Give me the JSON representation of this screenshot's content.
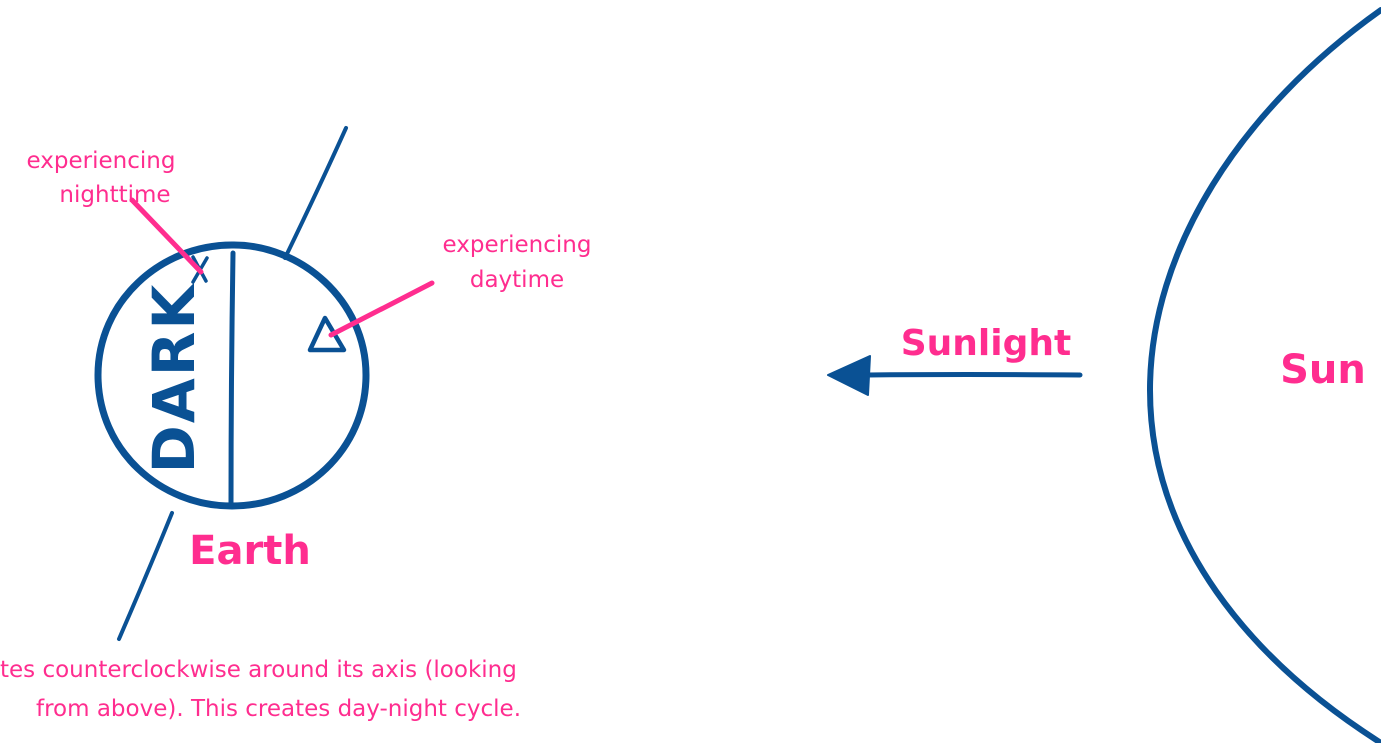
{
  "labels": {
    "nighttime_line1": "experiencing",
    "nighttime_line2": "nighttime",
    "daytime_line1": "experiencing",
    "daytime_line2": "daytime",
    "dark": "DARK",
    "earth": "Earth",
    "sunlight": "Sunlight",
    "sun": "Sun",
    "caption_line1": "tes counterclockwise around its axis (looking",
    "caption_line2": "from above). This creates day-night cycle."
  },
  "markers": {
    "night_marker": "x",
    "day_marker": "triangle"
  },
  "colors": {
    "stroke": "#0a5194",
    "label": "#ff2d8f",
    "background": "#ffffff"
  }
}
